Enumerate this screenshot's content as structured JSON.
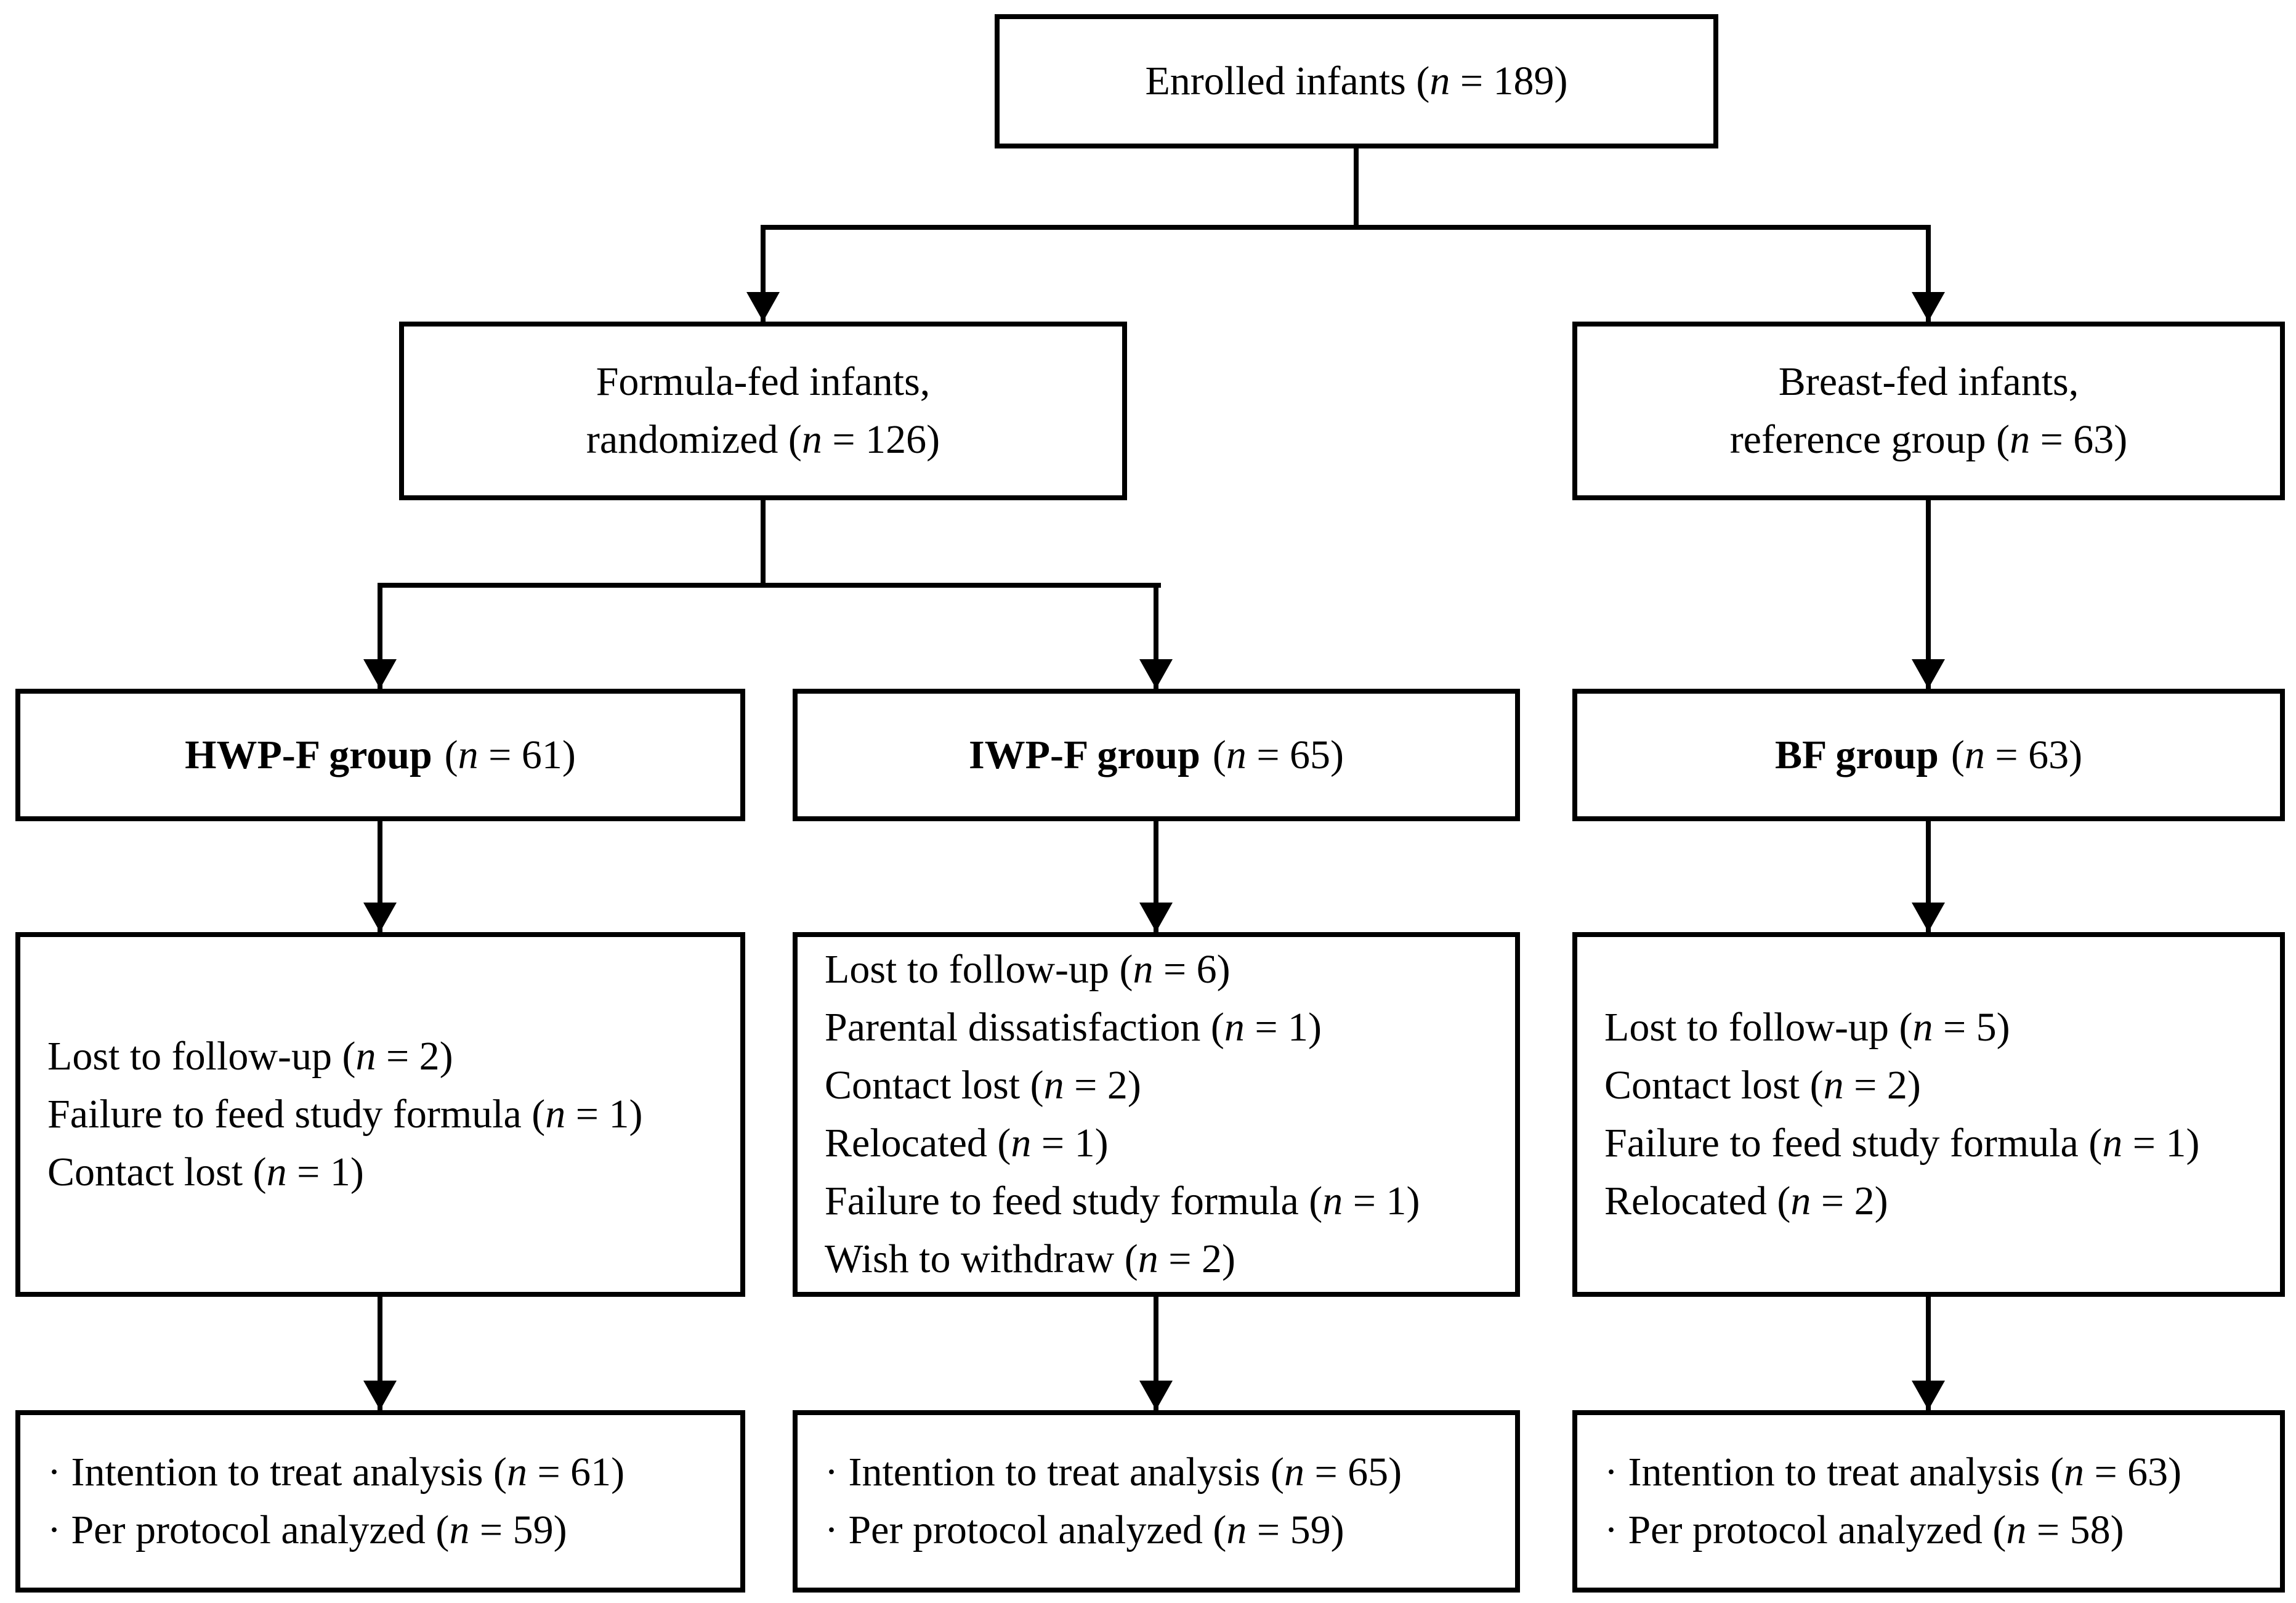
{
  "figure": {
    "background_color": "#ffffff",
    "line_color": "#000000"
  },
  "boxes": {
    "enrolled": {
      "text": "Enrolled infants (n = 189)"
    },
    "formula_fed": {
      "lines": [
        "Formula-fed infants,",
        "randomized (n = 126)"
      ]
    },
    "breast_fed": {
      "lines": [
        "Breast-fed infants,",
        "reference group (n = 63)"
      ]
    },
    "hwp_group": {
      "bold": "HWP-F group",
      "rest": "(n = 61)"
    },
    "iwp_group": {
      "bold": "IWP-F group",
      "rest": "(n = 65)"
    },
    "bf_group": {
      "bold": "BF group",
      "rest": "(n = 63)"
    },
    "hwp_exclusions": {
      "lines": [
        "Lost to follow-up (n = 2)",
        "Failure to feed study formula (n = 1)",
        "Contact lost (n = 1)"
      ]
    },
    "iwp_exclusions": {
      "lines": [
        "Lost to follow-up (n = 6)",
        "Parental dissatisfaction (n = 1)",
        "Contact lost (n = 2)",
        "Relocated (n = 1)",
        "Failure to feed study formula (n = 1)",
        "Wish to withdraw (n = 2)"
      ]
    },
    "bf_exclusions": {
      "lines": [
        "Lost to follow-up (n = 5)",
        "Contact lost (n = 2)",
        "Failure to feed study formula (n = 1)",
        "Relocated (n = 2)"
      ]
    },
    "hwp_analysis": {
      "lines": [
        "· Intention to treat analysis (n = 61)",
        "· Per protocol analyzed (n = 59)"
      ]
    },
    "iwp_analysis": {
      "lines": [
        "· Intention to treat analysis (n = 65)",
        "· Per protocol analyzed (n = 59)"
      ]
    },
    "bf_analysis": {
      "lines": [
        "· Intention to treat analysis (n = 63)",
        "· Per protocol analyzed (n = 58)"
      ]
    }
  }
}
